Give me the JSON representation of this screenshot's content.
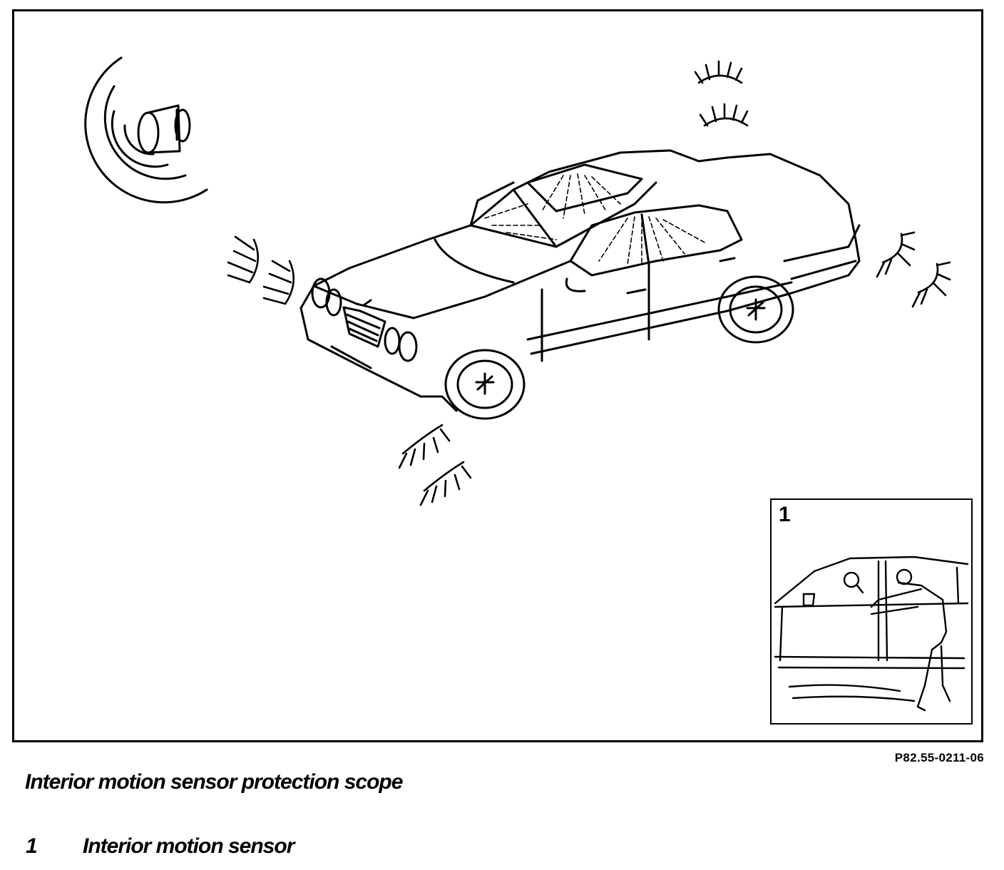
{
  "figure": {
    "reference_code": "P82.55-0211-06",
    "caption": "Interior motion sensor protection scope",
    "inset": {
      "callout_number": "1"
    }
  },
  "legend": [
    {
      "number": "1",
      "label": "Interior motion sensor"
    }
  ],
  "icons": [
    "horn-icon",
    "vibration-alert-icon"
  ],
  "colors": {
    "line": "#000000",
    "background": "#ffffff"
  }
}
